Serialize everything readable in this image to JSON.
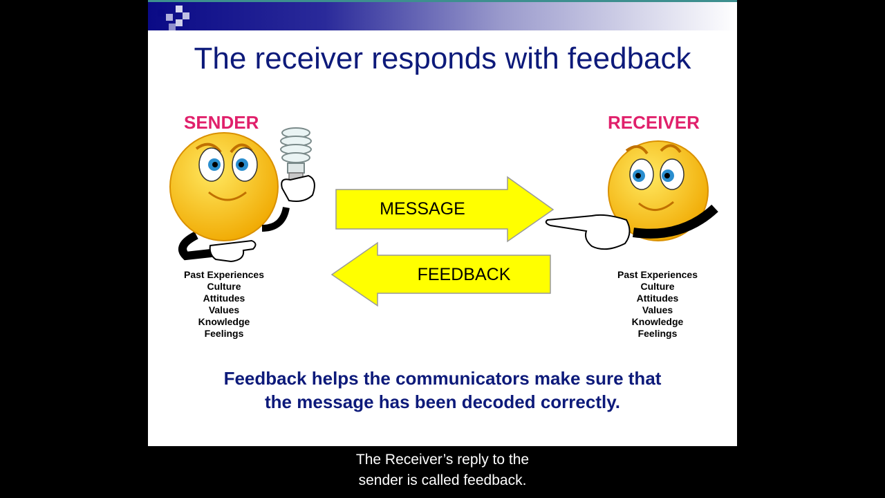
{
  "slide": {
    "title": "The receiver responds with feedback",
    "sender": {
      "label": "SENDER",
      "traits": [
        "Past Experiences",
        "Culture",
        "Attitudes",
        "Values",
        "Knowledge",
        "Feelings"
      ]
    },
    "receiver": {
      "label": "RECEIVER",
      "traits": [
        "Past Experiences",
        "Culture",
        "Attitudes",
        "Values",
        "Knowledge",
        "Feelings"
      ]
    },
    "message_arrow_label": "MESSAGE",
    "feedback_arrow_label": "FEEDBACK",
    "conclusion": {
      "line1": "Feedback helps the communicators make sure that",
      "line2": "the message has been decoded correctly."
    }
  },
  "caption": {
    "line1": "The Receiver’s reply to the",
    "line2": "sender is called feedback."
  },
  "colors": {
    "title": "#0d1a7a",
    "role_label": "#e0206b",
    "arrow_fill": "#ffff00",
    "smiley": "#f7c51c"
  },
  "icons": [
    "sender-smiley-icon",
    "lightbulb-icon",
    "receiver-smiley-icon",
    "pointing-hand-icon"
  ]
}
